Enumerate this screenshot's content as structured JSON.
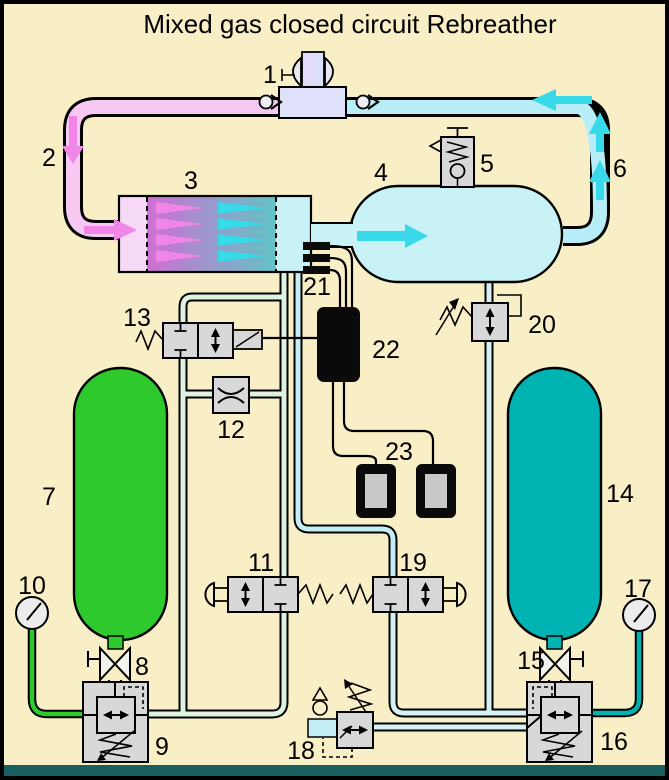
{
  "title": "Mixed gas closed circuit Rebreather",
  "labels": {
    "n1": "1",
    "n2": "2",
    "n3": "3",
    "n4": "4",
    "n5": "5",
    "n6": "6",
    "n7": "7",
    "n8": "8",
    "n9": "9",
    "n10": "10",
    "n11": "11",
    "n12": "12",
    "n13": "13",
    "n14": "14",
    "n15": "15",
    "n16": "16",
    "n17": "17",
    "n18": "18",
    "n19": "19",
    "n20": "20",
    "n21": "21",
    "n22": "22",
    "n23": "23"
  },
  "colors": {
    "background": "#f9efc7",
    "frame": "#000000",
    "footer_teal": "#1a5f5f",
    "tube_pink": "#f6c8f2",
    "arrow_pink": "#ef86e8",
    "tube_cyan": "#b6edf6",
    "arrow_cyan": "#38d9e8",
    "pale_cyan": "#c9f2f6",
    "scrub_left_pink": "#f6d9f6",
    "scrub_grad_left": "#cf6ed2",
    "scrub_grad_right": "#62c4c6",
    "loop_feed_cyan": "#c3eef6",
    "lp_o2_line": "#ddf3e0",
    "lp_dil_line": "#d6f1f4",
    "o2_green": "#2dc92d",
    "dil_teal": "#00b3b3",
    "component_gray": "#d8d8d8",
    "mouthpiece_lavender": "#dfe0fa",
    "display_screen": "#c9c9c9",
    "electronics_black": "#0a0a0a"
  }
}
